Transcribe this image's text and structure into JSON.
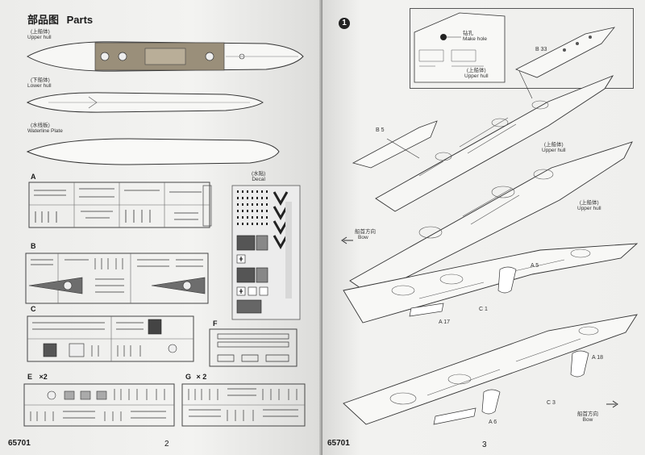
{
  "left_page": {
    "title_cn": "部品图",
    "title_en": "Parts",
    "upper_hull_cn": "(上船体)",
    "upper_hull_en": "Upper hull",
    "lower_hull_cn": "(下船体)",
    "lower_hull_en": "Lower hull",
    "waterline_cn": "(水线板)",
    "waterline_en": "Waterline Plate",
    "decal_cn": "(水贴)",
    "decal_en": "Decal",
    "sprue_a": "A",
    "sprue_b": "B",
    "sprue_c": "C",
    "sprue_f": "F",
    "sprue_e": "E",
    "sprue_e_qty": "×2",
    "sprue_g": "G",
    "sprue_g_qty": "× 2",
    "kit_number": "65701",
    "page_number": "2"
  },
  "right_page": {
    "step": "1",
    "drill_cn": "钻孔",
    "drill_en": "Make hole",
    "inset_upper_cn": "(上船体)",
    "inset_upper_en": "Upper hull",
    "part_b33": "B 33",
    "part_b5": "B 5",
    "upper_hull_cn": "(上船体)",
    "upper_hull_en": "Upper hull",
    "upper_hull2_cn": "(上船体)",
    "upper_hull2_en": "Upper hull",
    "bow_cn": "船首方向",
    "bow_en": "Bow",
    "bow2_cn": "船首方向",
    "bow2_en": "Bow",
    "part_a5": "A 5",
    "part_a17": "A 17",
    "part_c1": "C 1",
    "part_a18": "A 18",
    "part_c3": "C 3",
    "part_a6": "A 6",
    "kit_number": "65701",
    "page_number": "3"
  }
}
